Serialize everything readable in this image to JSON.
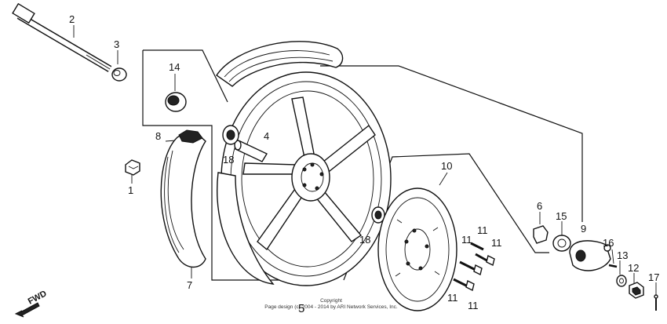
{
  "callouts": {
    "c1": "1",
    "c2": "2",
    "c3": "3",
    "c4": "4",
    "c5": "5",
    "c6": "6",
    "c7": "7",
    "c8": "8",
    "c9": "9",
    "c10": "10",
    "c11a": "11",
    "c11b": "11",
    "c11c": "11",
    "c11d": "11",
    "c12": "12",
    "c13": "13",
    "c14": "14",
    "c15": "15",
    "c16": "16",
    "c17": "17",
    "c18a": "18",
    "c18b": "18"
  },
  "fwd_label": "FWD",
  "copyright": {
    "line1": "Copyright",
    "line2": "Page design (c) 2004 - 2014 by ARI Network Services, Inc."
  }
}
